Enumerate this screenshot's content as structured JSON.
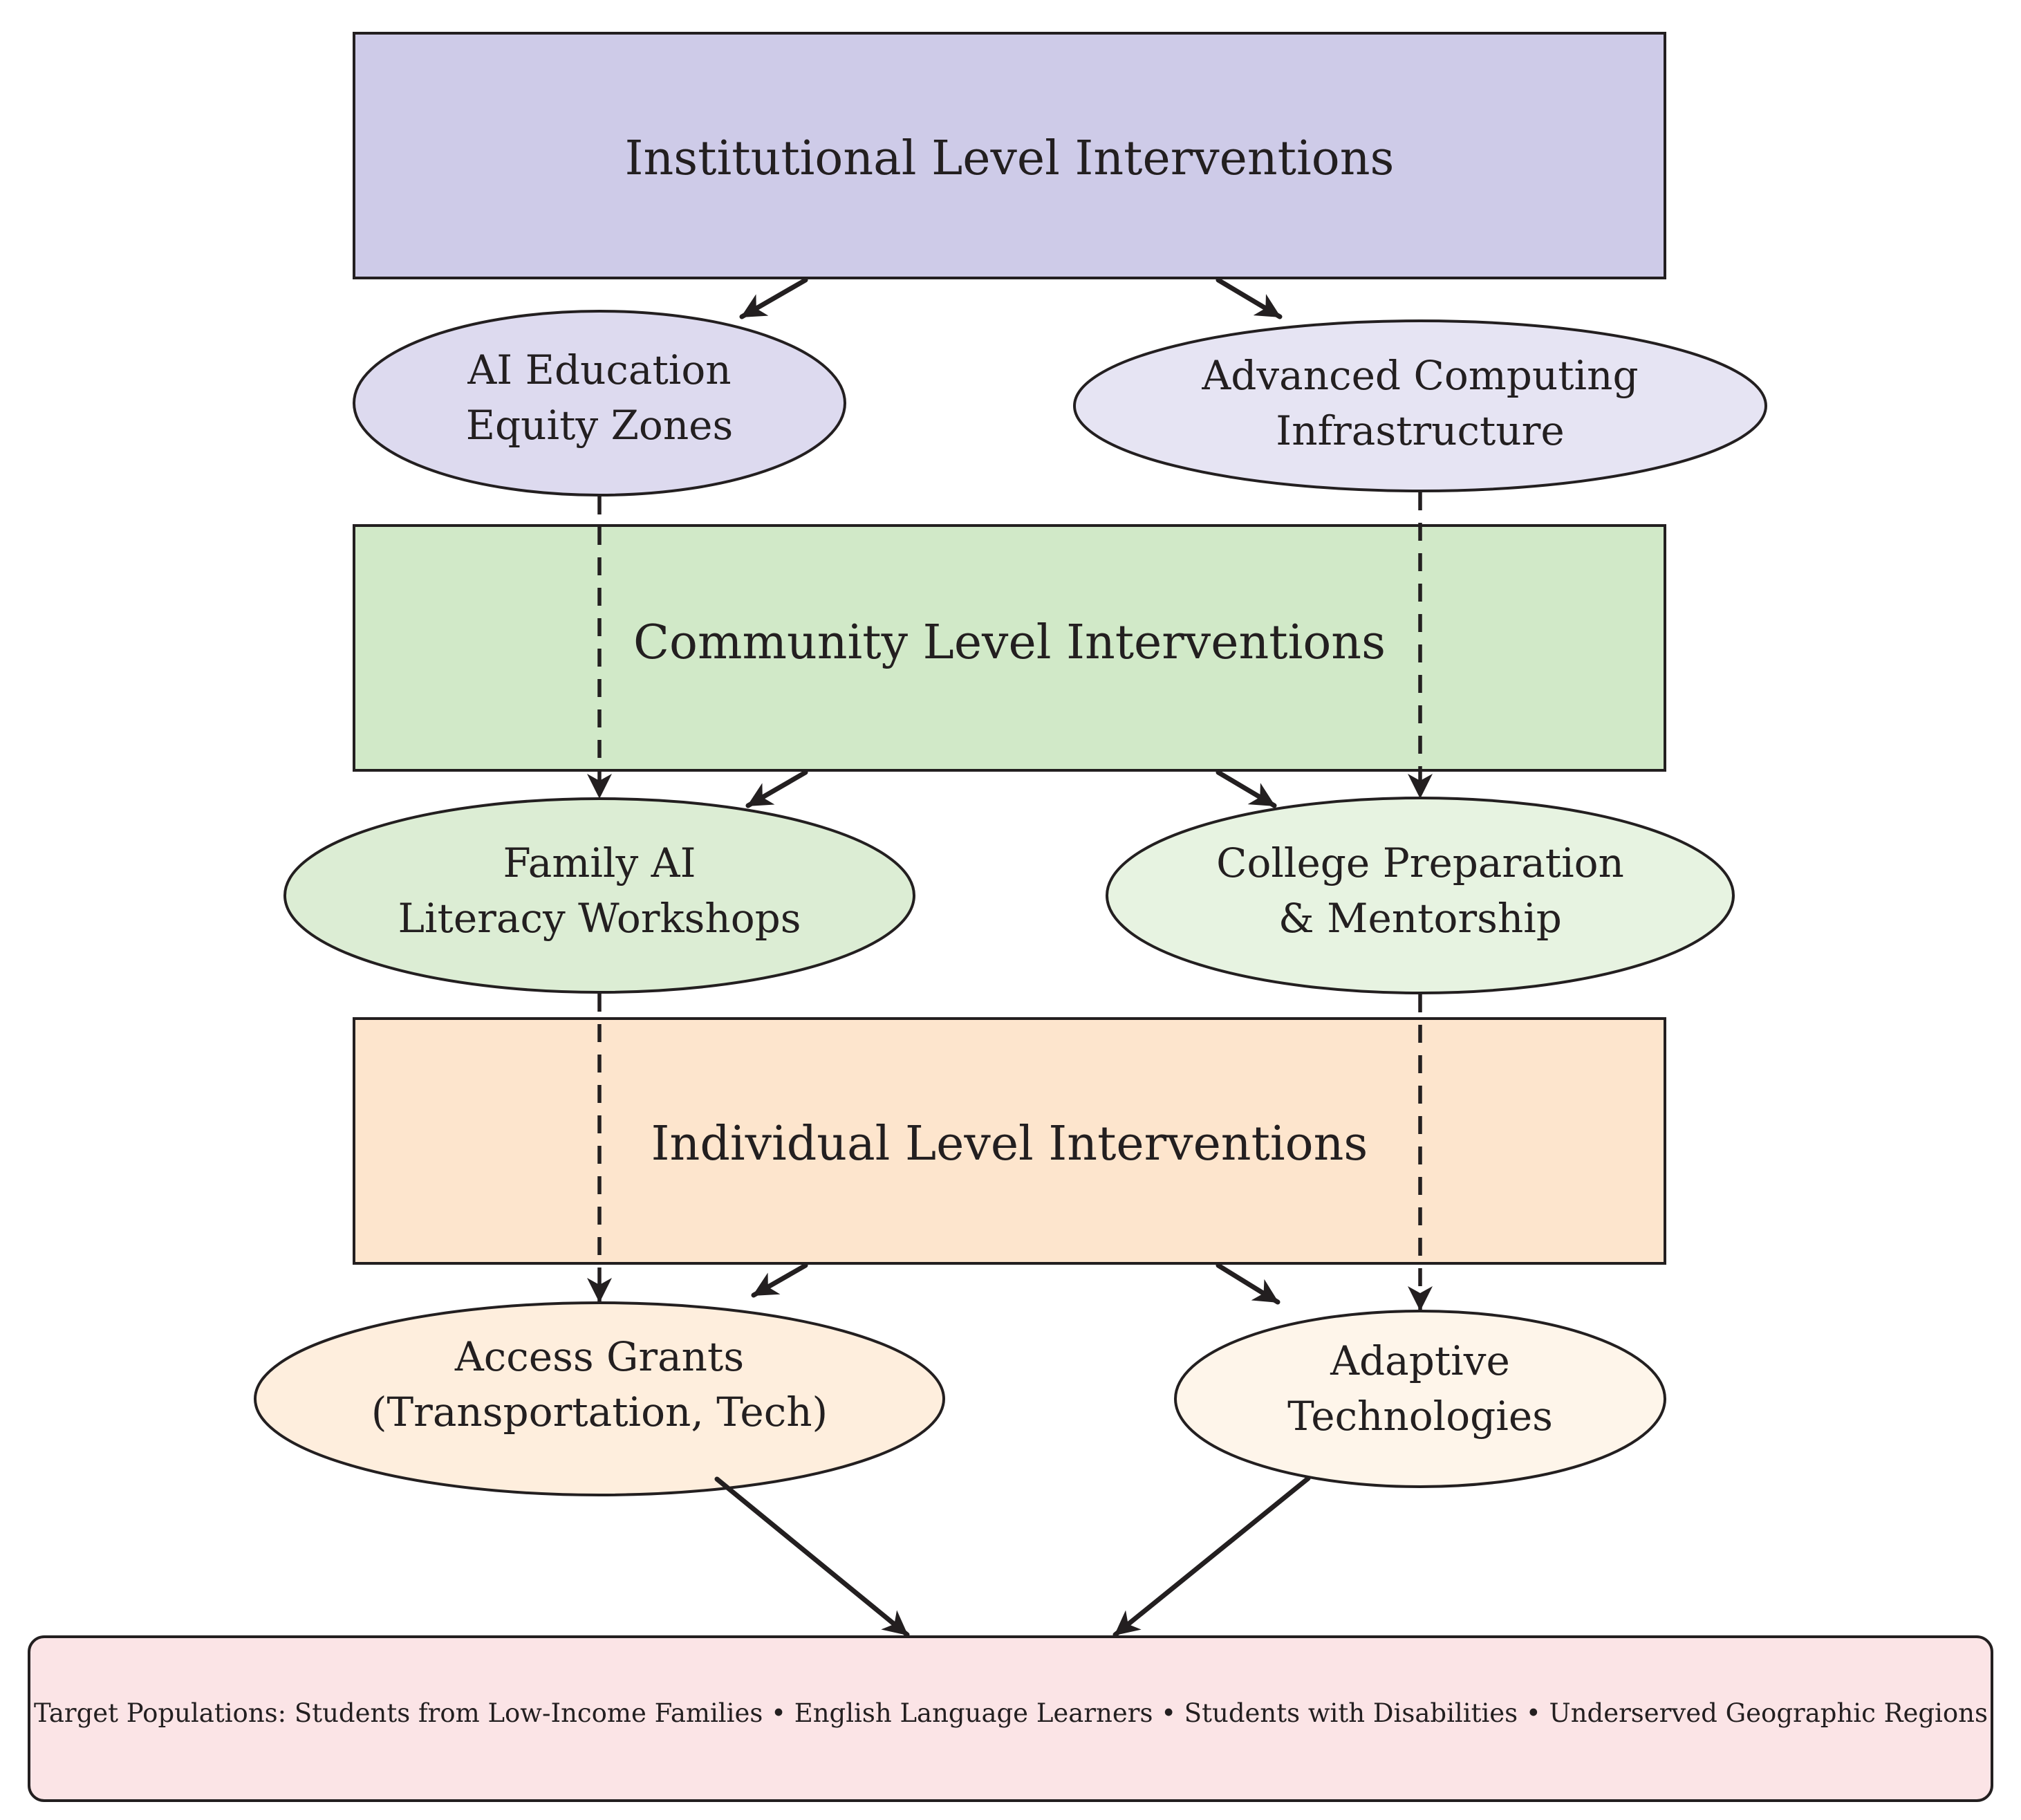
{
  "levels": {
    "institutional": {
      "title": "Institutional Level Interventions",
      "fill": "#cecbe8",
      "nodes": [
        {
          "line1": "AI Education",
          "line2": "Equity Zones",
          "fill": "#dddaef"
        },
        {
          "line1": "Advanced Computing",
          "line2": "Infrastructure",
          "fill": "#e6e4f3"
        }
      ]
    },
    "community": {
      "title": "Community Level Interventions",
      "fill": "#d1e9c8",
      "nodes": [
        {
          "line1": "Family AI",
          "line2": "Literacy Workshops",
          "fill": "#dcedd4"
        },
        {
          "line1": "College Preparation",
          "line2": "& Mentorship",
          "fill": "#e7f3e1"
        }
      ]
    },
    "individual": {
      "title": "Individual Level Interventions",
      "fill": "#fde5cd",
      "nodes": [
        {
          "line1": "Access Grants",
          "line2": "(Transportation, Tech)",
          "fill": "#feeedd"
        },
        {
          "line1": "Adaptive",
          "line2": "Technologies",
          "fill": "#fef5ea"
        }
      ]
    }
  },
  "target": {
    "text": "Target Populations: Students from Low-Income Families • English Language Learners • Students with Disabilities • Underserved Geographic Regions",
    "fill": "#fbe4e6"
  },
  "colors": {
    "stroke": "#231f20"
  }
}
